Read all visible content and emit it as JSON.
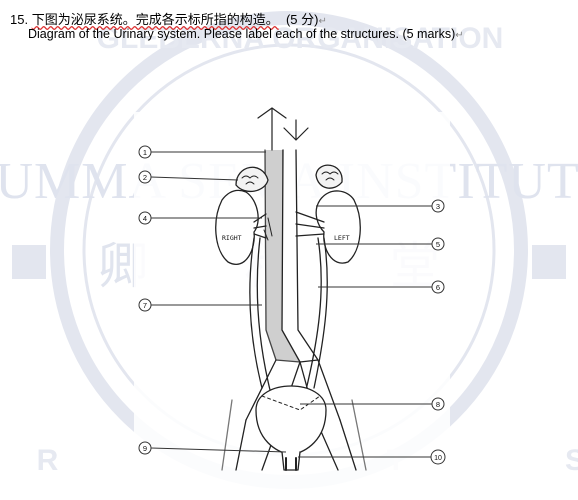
{
  "question": {
    "number": "15.",
    "chinese": "下图为泌尿系统。完成各示标所指的构造。",
    "marks_zh": "(5 分)",
    "english": "Diagram of the Urinary system. Please label each of the structures. (5 marks)"
  },
  "watermark": {
    "title": "SUMMA SEMA INSTITUTE",
    "chinese": "卿 稻 堂",
    "ring_text_top": "GLEBERNA ORGANISATION",
    "ring_text_bottom": "AR  TS"
  },
  "diagram": {
    "side_labels": {
      "right": "RIGHT",
      "left": "LEFT"
    },
    "markers": [
      "1",
      "2",
      "3",
      "4",
      "5",
      "6",
      "7",
      "8",
      "9",
      "10"
    ]
  }
}
